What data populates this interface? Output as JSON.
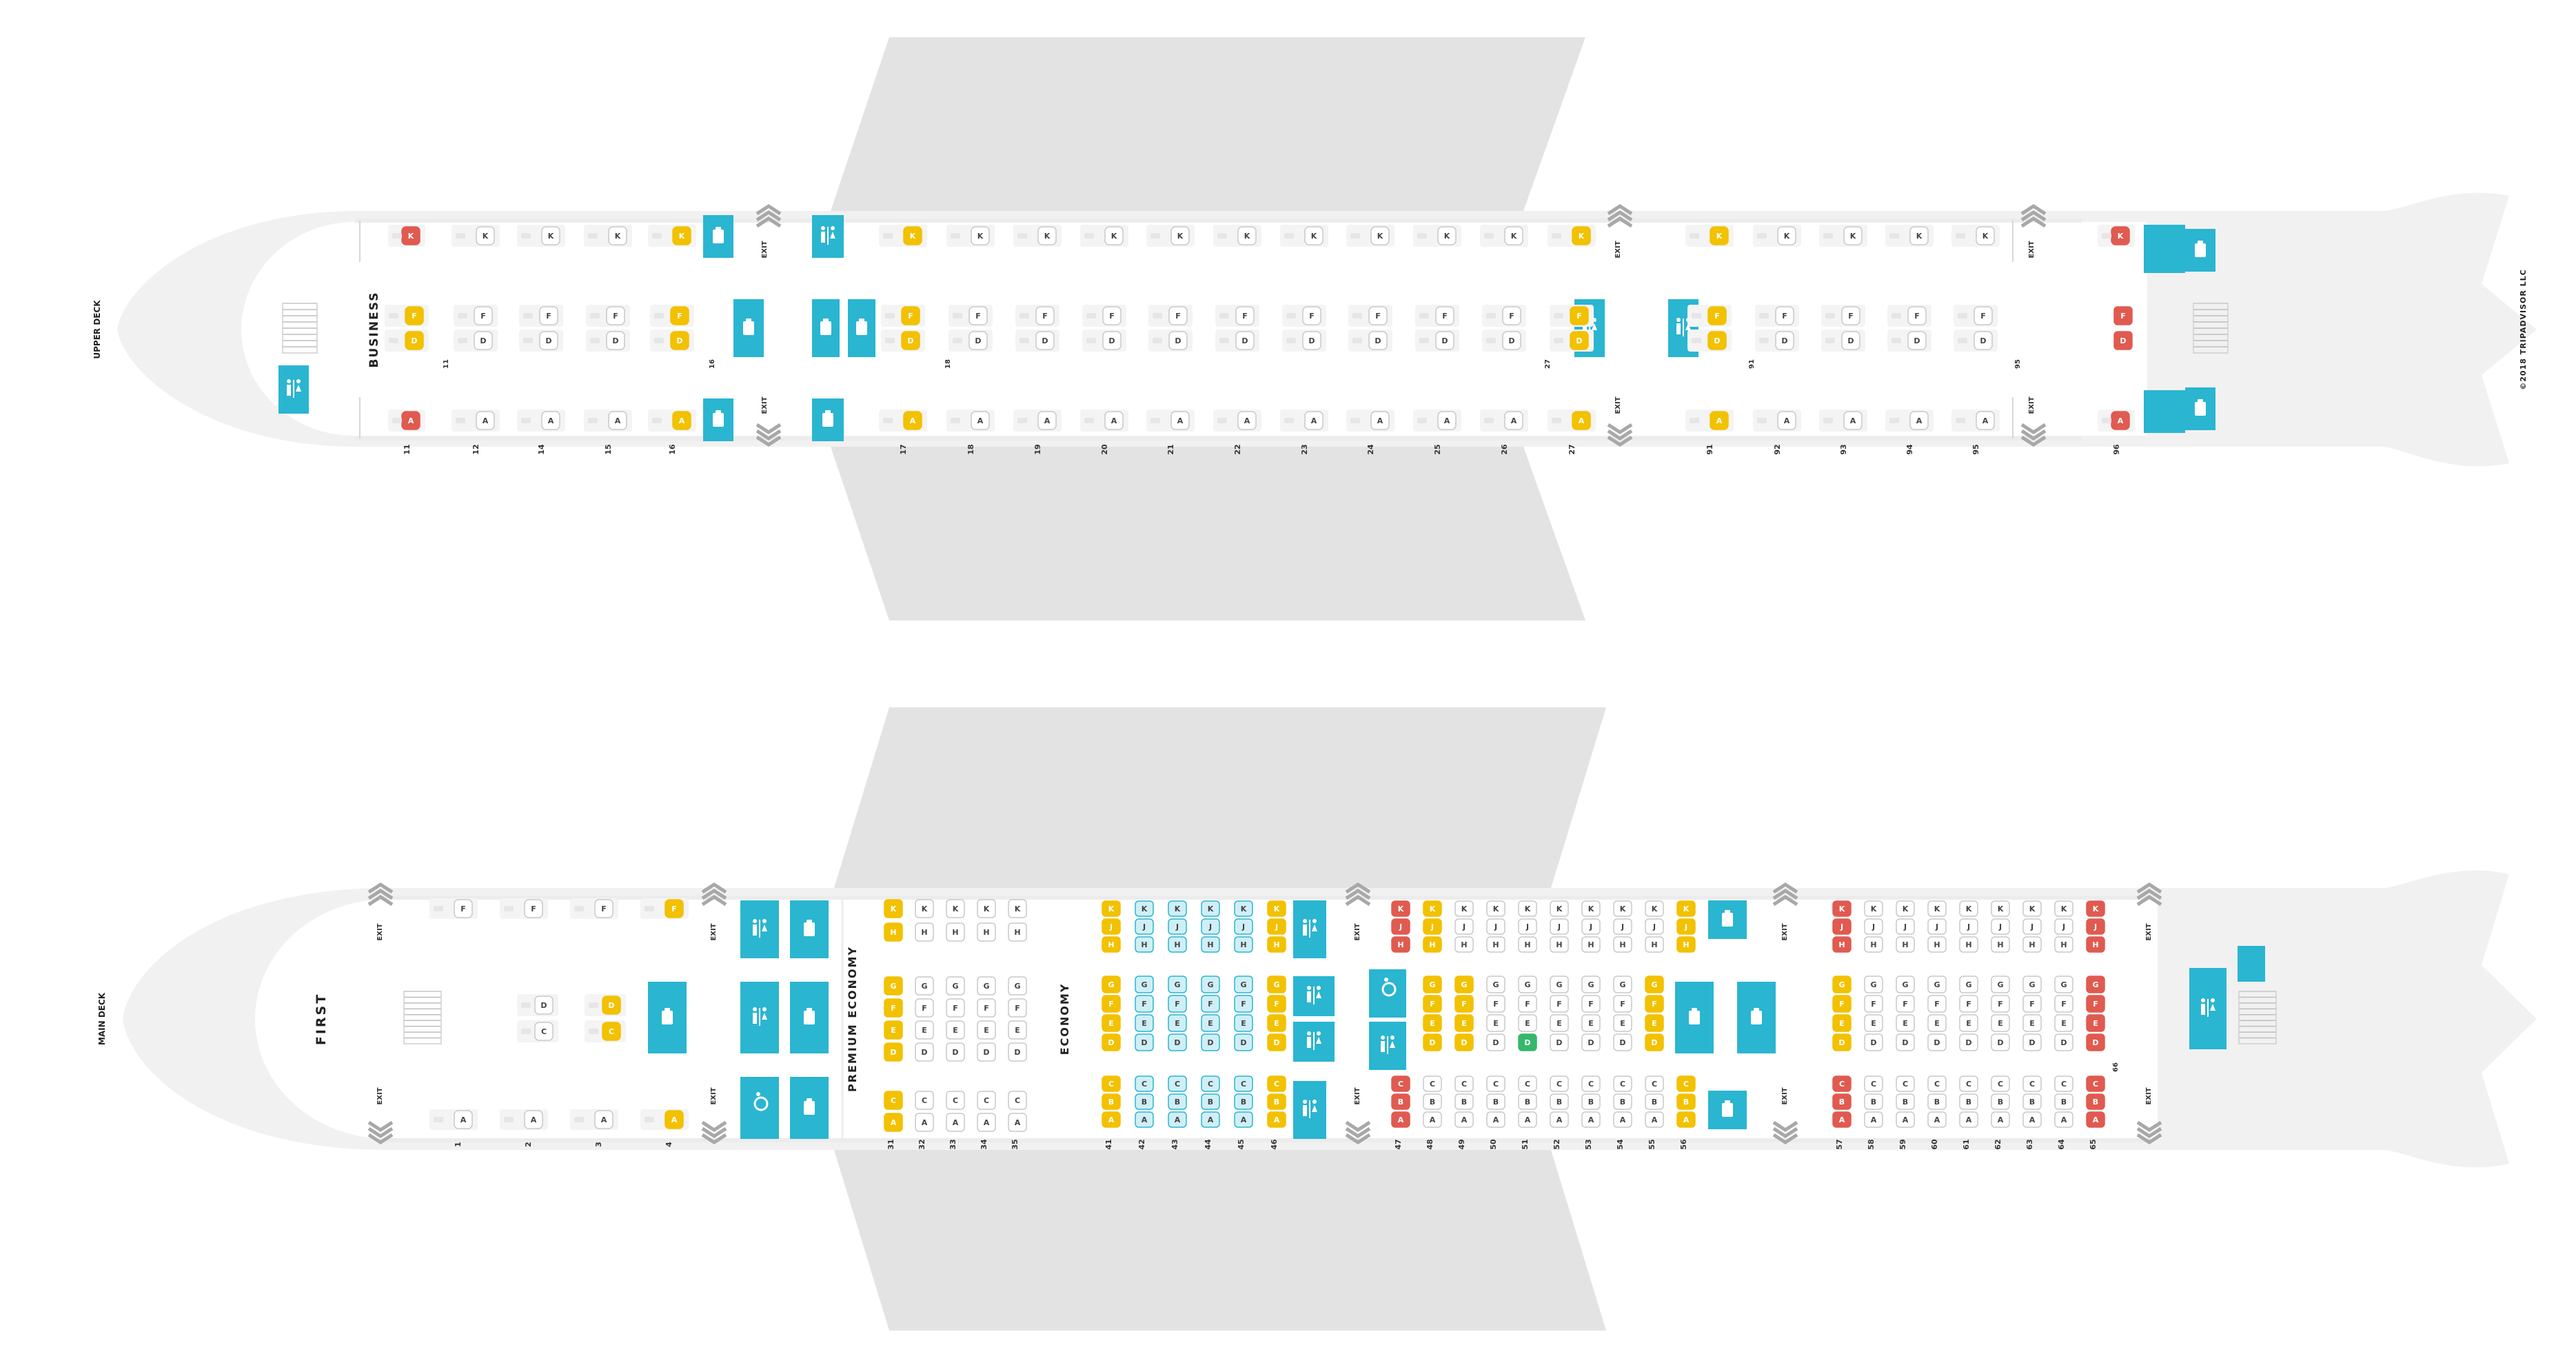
{
  "labels": {
    "upper_deck": "UPPER DECK",
    "main_deck": "MAIN DECK",
    "business": "BUSINESS",
    "first": "FIRST",
    "premium_economy": "PREMIUM ECONOMY",
    "economy": "ECONOMY",
    "exit": "EXIT",
    "copyright": "©2018 TRIPADVISOR LLC"
  },
  "colors": {
    "standard": "#ffffff",
    "standard_border": "#c9c9c9",
    "good": "#f2c100",
    "bad": "#e05a50",
    "facility": "#2ab5d1",
    "extra_legroom": "#cfeff6",
    "bassinet": "#35b86b",
    "fuselage": "#f1f1f1",
    "wing": "#e3e3e3",
    "chevron": "#a8a8a8"
  },
  "upper_deck": {
    "rows": [
      {
        "row": "11",
        "a": "bad",
        "df": "good",
        "k": "bad"
      },
      {
        "row": "12",
        "a": "standard",
        "df": "standard",
        "k": "standard"
      },
      {
        "row": "14",
        "a": "standard",
        "df": "standard",
        "k": "standard"
      },
      {
        "row": "15",
        "a": "standard",
        "df": "standard",
        "k": "standard"
      },
      {
        "row": "16",
        "a": "good",
        "df": "good",
        "k": "good"
      },
      {
        "row": "17",
        "a": "good",
        "df": "good",
        "k": "good"
      },
      {
        "row": "18",
        "a": "standard",
        "df": "standard",
        "k": "standard"
      },
      {
        "row": "19",
        "a": "standard",
        "df": "standard",
        "k": "standard"
      },
      {
        "row": "20",
        "a": "standard",
        "df": "standard",
        "k": "standard"
      },
      {
        "row": "21",
        "a": "standard",
        "df": "standard",
        "k": "standard"
      },
      {
        "row": "22",
        "a": "standard",
        "df": "standard",
        "k": "standard"
      },
      {
        "row": "23",
        "a": "standard",
        "df": "standard",
        "k": "standard"
      },
      {
        "row": "24",
        "a": "standard",
        "df": "standard",
        "k": "standard"
      },
      {
        "row": "25",
        "a": "standard",
        "df": "standard",
        "k": "standard"
      },
      {
        "row": "26",
        "a": "standard",
        "df": "standard",
        "k": "standard"
      },
      {
        "row": "27",
        "a": "good",
        "df": "good",
        "k": "good"
      },
      {
        "row": "91",
        "a": "good",
        "df": "good",
        "k": "good"
      },
      {
        "row": "92",
        "a": "standard",
        "df": "standard",
        "k": "standard"
      },
      {
        "row": "93",
        "a": "standard",
        "df": "standard",
        "k": "standard"
      },
      {
        "row": "94",
        "a": "standard",
        "df": "standard",
        "k": "standard"
      },
      {
        "row": "95",
        "a": "standard",
        "df": "standard",
        "k": "standard"
      },
      {
        "row": "96",
        "a": "bad",
        "df": "bad",
        "k": "bad"
      }
    ],
    "middle_row_labels": {
      "11": "11",
      "16": "16",
      "18": "18",
      "27": "27",
      "91": "91",
      "95": "95"
    }
  },
  "main_deck": {
    "first": [
      {
        "row": "1",
        "a": "standard",
        "cd": "none",
        "f": "standard"
      },
      {
        "row": "2",
        "a": "standard",
        "cd": "standard",
        "f": "standard"
      },
      {
        "row": "3",
        "a": "standard",
        "cd": "good",
        "f": "standard"
      },
      {
        "row": "4",
        "a": "good",
        "cd": "none",
        "f": "good"
      }
    ],
    "premium": [
      {
        "row": "31",
        "side": "good",
        "mid": "good"
      },
      {
        "row": "32",
        "side": "standard",
        "mid": "standard"
      },
      {
        "row": "33",
        "side": "standard",
        "mid": "standard"
      },
      {
        "row": "34",
        "side": "standard",
        "mid": "standard"
      },
      {
        "row": "35",
        "side": "standard",
        "mid": "standard"
      }
    ],
    "economy_front": [
      {
        "row": "41",
        "type": "good"
      },
      {
        "row": "42",
        "type": "extra_legroom"
      },
      {
        "row": "43",
        "type": "extra_legroom"
      },
      {
        "row": "44",
        "type": "extra_legroom"
      },
      {
        "row": "45",
        "type": "extra_legroom"
      },
      {
        "row": "46",
        "type": "good"
      }
    ],
    "economy_mid": [
      {
        "row": "47",
        "top": "bad",
        "mid": "none",
        "bot": "bad"
      },
      {
        "row": "48",
        "top": "good",
        "mid": "good",
        "bot": "standard"
      },
      {
        "row": "49",
        "top": "standard",
        "mid": "good",
        "bot": "standard"
      },
      {
        "row": "50",
        "top": "standard",
        "mid": "standard",
        "bot": "standard"
      },
      {
        "row": "51",
        "top": "standard",
        "mid": "bassinet",
        "bot": "standard"
      },
      {
        "row": "52",
        "top": "standard",
        "mid": "standard",
        "bot": "standard"
      },
      {
        "row": "53",
        "top": "standard",
        "mid": "standard",
        "bot": "standard"
      },
      {
        "row": "54",
        "top": "standard",
        "mid": "standard",
        "bot": "standard"
      },
      {
        "row": "55",
        "top": "standard",
        "mid": "good",
        "bot": "standard"
      },
      {
        "row": "56",
        "top": "good",
        "mid": "none",
        "bot": "good"
      }
    ],
    "economy_rear": [
      {
        "row": "57",
        "top": "bad",
        "mid": "good",
        "bot": "bad"
      },
      {
        "row": "58",
        "top": "standard",
        "mid": "standard",
        "bot": "standard"
      },
      {
        "row": "59",
        "top": "standard",
        "mid": "standard",
        "bot": "standard"
      },
      {
        "row": "60",
        "top": "standard",
        "mid": "standard",
        "bot": "standard"
      },
      {
        "row": "61",
        "top": "standard",
        "mid": "standard",
        "bot": "standard"
      },
      {
        "row": "62",
        "top": "standard",
        "mid": "standard",
        "bot": "standard"
      },
      {
        "row": "63",
        "top": "standard",
        "mid": "standard",
        "bot": "standard"
      },
      {
        "row": "64",
        "top": "standard",
        "mid": "standard",
        "bot": "standard"
      },
      {
        "row": "65",
        "top": "bad",
        "mid": "bad",
        "bot": "bad"
      }
    ],
    "row_66_label": "66"
  },
  "facility_icons": {
    "lavatory": "lavatory-icon",
    "galley": "galley-icon",
    "accessible_lavatory": "accessible-lavatory-icon",
    "bassinet": "bassinet-icon",
    "stairs": "stairs-icon",
    "exit_chevron": "exit-chevron-icon"
  }
}
